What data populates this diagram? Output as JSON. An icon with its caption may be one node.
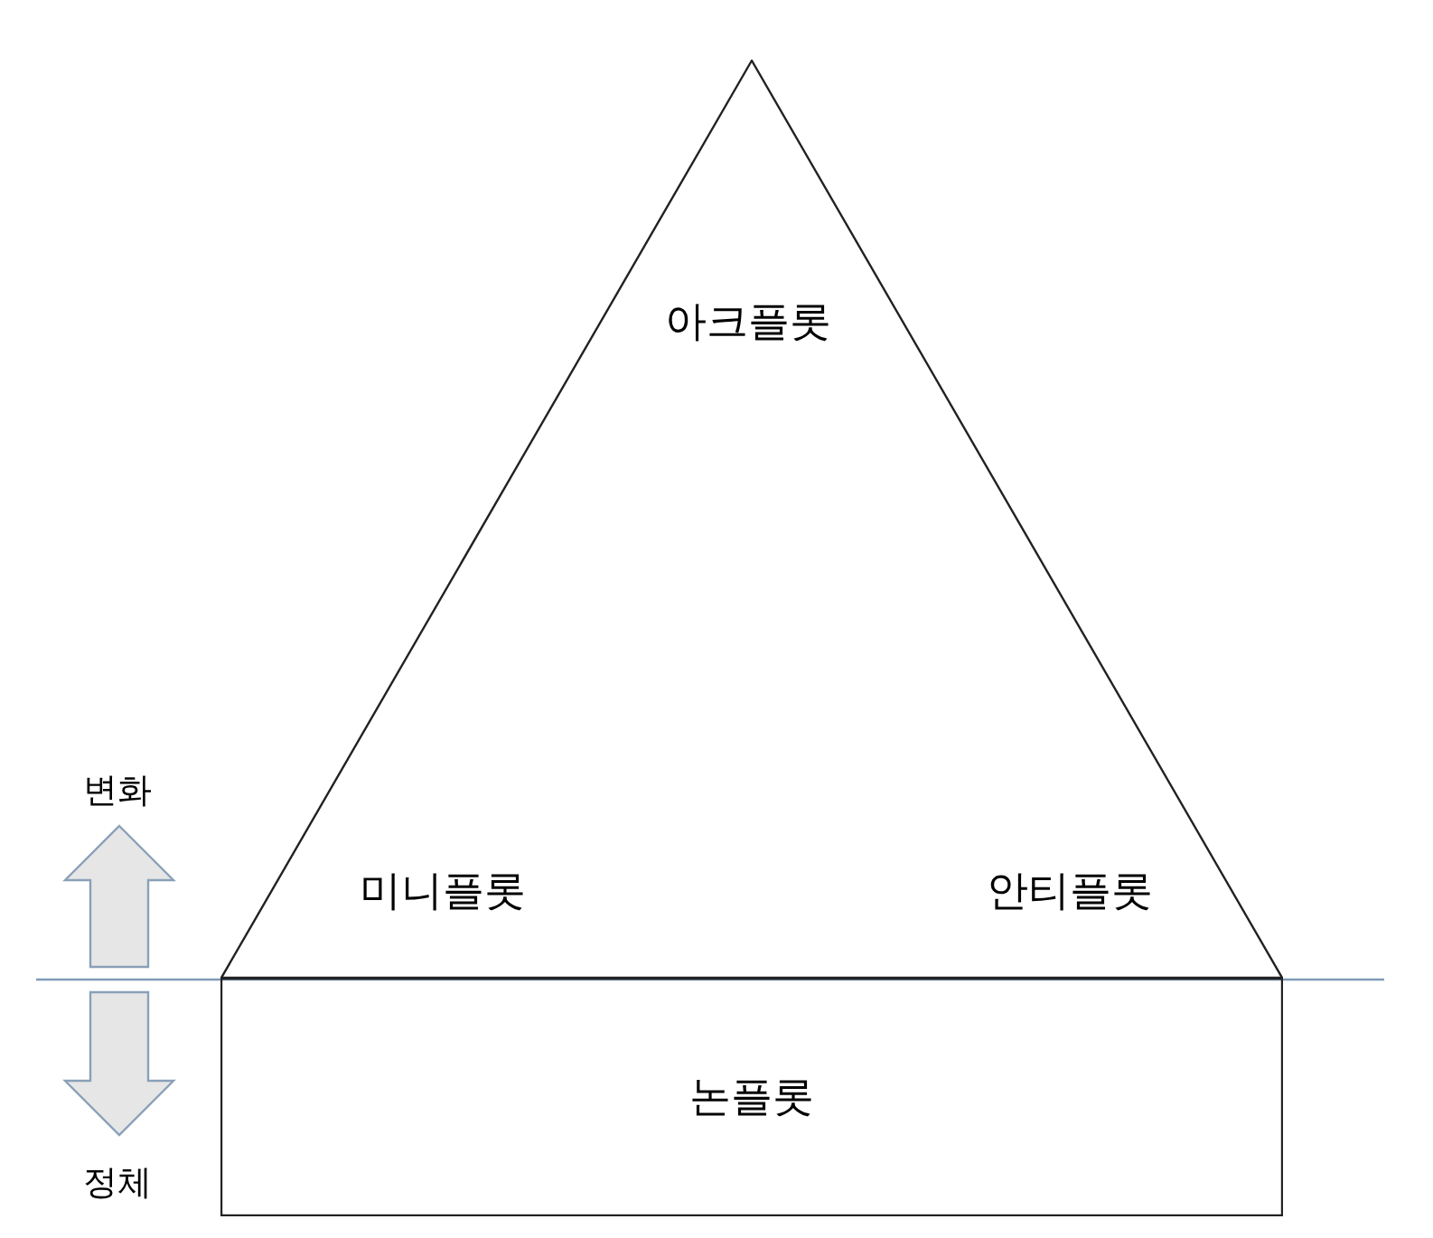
{
  "diagram": {
    "nodes": [
      {
        "text": [
          "아크플롯",
          "미니플롯",
          "안티플롯"
        ]
      },
      {
        "text": [
          "논플롯"
        ]
      }
    ],
    "labels": [
      "변화",
      "정체"
    ]
  }
}
